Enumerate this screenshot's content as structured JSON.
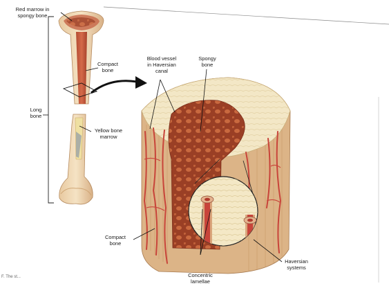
{
  "labels": {
    "red_marrow": [
      "Red marrow in",
      "spongy bone"
    ],
    "compact_bone_top": [
      "Compact",
      "bone"
    ],
    "long_bone": [
      "Long",
      "bone"
    ],
    "yellow_marrow": [
      "Yellow bone",
      "marrow"
    ],
    "blood_vessel": [
      "Blood vessel",
      "in Haversian",
      "canal"
    ],
    "spongy_bone": [
      "Spongy",
      "bone"
    ],
    "compact_bone_bottom": [
      "Compact",
      "bone"
    ],
    "concentric_lamellae": [
      "Concentric",
      "lamellae"
    ],
    "haversian_systems": [
      "Haversian",
      "systems"
    ],
    "figure_caption": "F. The st..."
  },
  "colors": {
    "bone_cream": "#f1e6c9",
    "spongy_red": "#b4512f",
    "vessel_red": "#c8443a",
    "compact_tan": "#e7cba0",
    "marrow_yellow": "#e9cc6a"
  }
}
